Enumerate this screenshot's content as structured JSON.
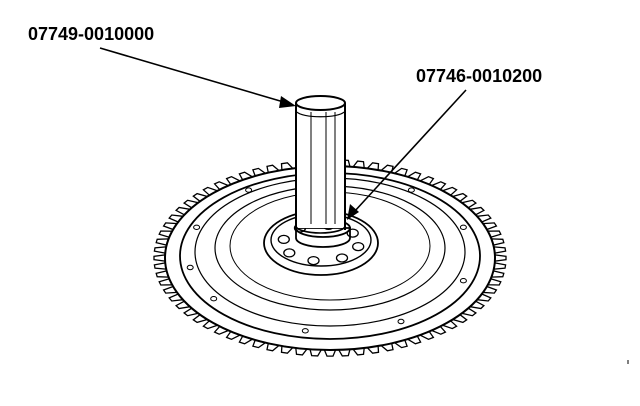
{
  "callouts": {
    "tool_upper": {
      "label": "07749-0010000",
      "target": "driver-handle"
    },
    "tool_lower": {
      "label": "07746-0010200",
      "target": "attachment"
    }
  },
  "colors": {
    "ink": "#000000",
    "background": "#ffffff"
  }
}
